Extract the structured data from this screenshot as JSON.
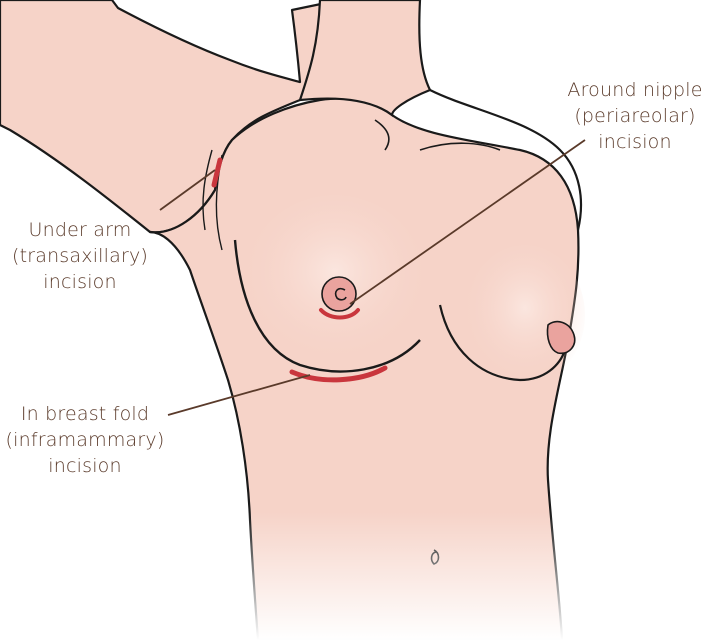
{
  "labels": {
    "underarm": {
      "line1": "Under arm",
      "line2": "(transaxillary)",
      "line3": "incision"
    },
    "nipple": {
      "line1": "Around nipple",
      "line2": "(periareolar)",
      "line3": "incision"
    },
    "fold": {
      "line1": "In breast fold",
      "line2": "(inframammary)",
      "line3": "incision"
    }
  },
  "colors": {
    "skin": "#f6d3c8",
    "skin_shadow": "#efbfb2",
    "outline": "#1a1a1a",
    "areola": "#eaa39e",
    "incision": "#c9363d",
    "leader_line": "#5a3a2a",
    "label_text": "#5a3a2a"
  }
}
